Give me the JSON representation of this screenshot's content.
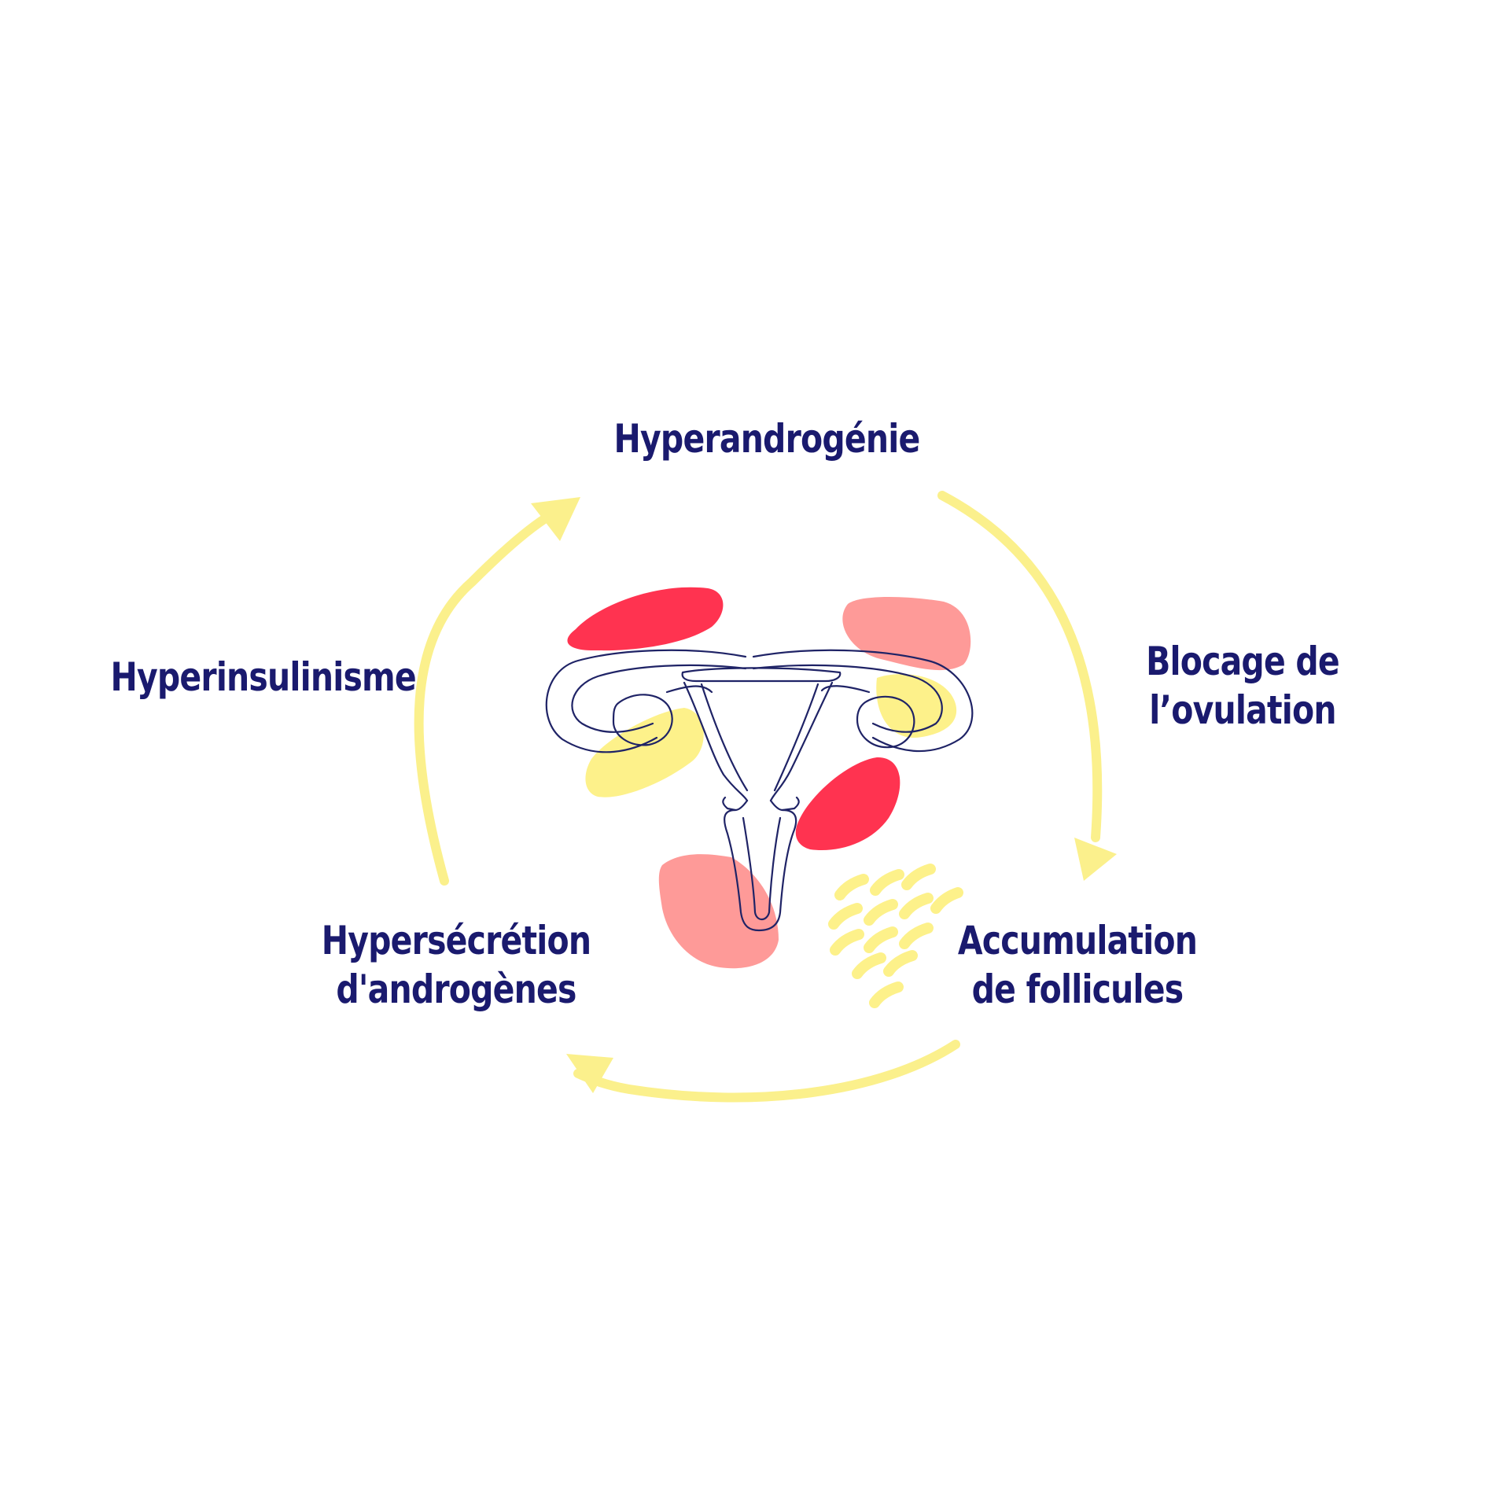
{
  "colors": {
    "text": "#1a1a6e",
    "arrow": "#fbf08c",
    "red": "#ff3350",
    "pink": "#fe9a98",
    "yellow": "#fdf18a",
    "outline": "#1f2366"
  },
  "labels": {
    "top": "Hyperandrogénie",
    "left": "Hyperinsulinisme",
    "right_line1": "Blocage de",
    "right_line2": "l’ovulation",
    "bottom_right_line1": "Accumulation",
    "bottom_right_line2": "de follicules",
    "bottom_left_line1": "Hypersécrétion",
    "bottom_left_line2": "d'androgènes"
  },
  "icons": {
    "center": "uterus-icon"
  }
}
